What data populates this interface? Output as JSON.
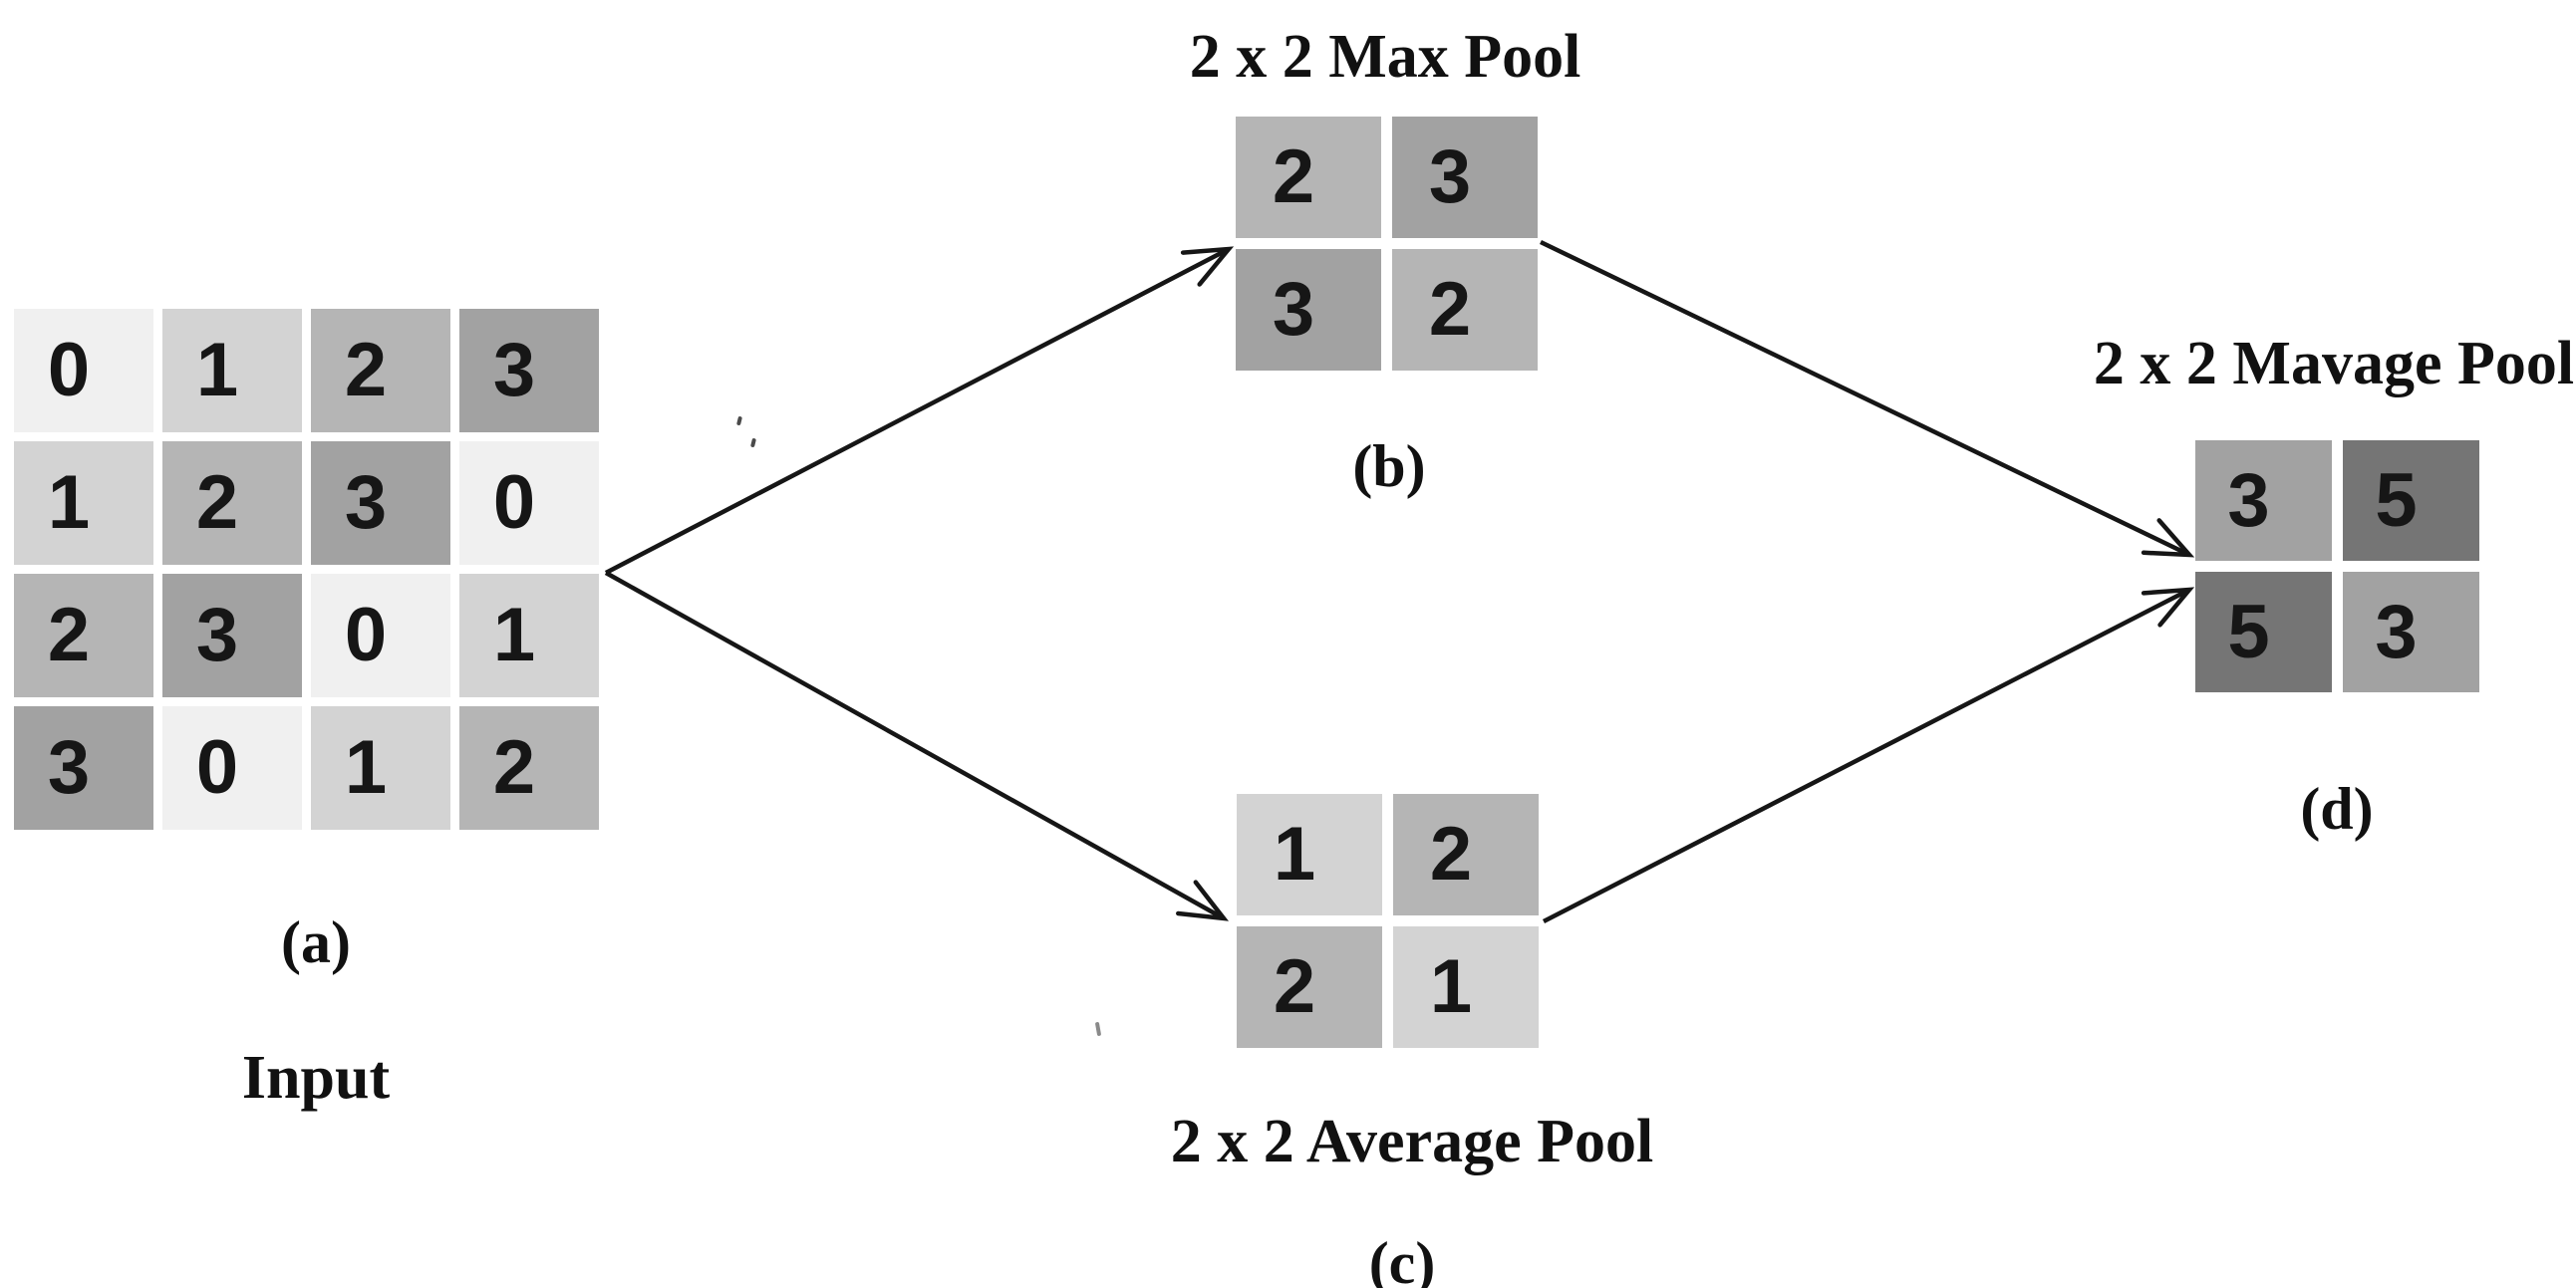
{
  "figure": {
    "background": "#ffffff",
    "ink": "#161616",
    "value_colors": {
      "0": "#f0f0f0",
      "1": "#d3d3d3",
      "2": "#b5b5b5",
      "3": "#a2a2a2",
      "5": "#757575"
    },
    "panels": [
      {
        "id": "input",
        "title": "",
        "label": "(a)",
        "caption": "Input",
        "grid": "4x4",
        "rows": [
          [
            0,
            1,
            2,
            3
          ],
          [
            1,
            2,
            3,
            0
          ],
          [
            2,
            3,
            0,
            1
          ],
          [
            3,
            0,
            1,
            2
          ]
        ]
      },
      {
        "id": "max",
        "title": "2 x 2 Max Pool",
        "label": "(b)",
        "caption": "",
        "grid": "2x2",
        "rows": [
          [
            2,
            3
          ],
          [
            3,
            2
          ]
        ]
      },
      {
        "id": "avg",
        "title": "2 x 2 Average Pool",
        "label": "(c)",
        "caption": "",
        "grid": "2x2",
        "rows": [
          [
            1,
            2
          ],
          [
            2,
            1
          ]
        ]
      },
      {
        "id": "mavage",
        "title": "2 x 2 Mavage Pool",
        "label": "(d)",
        "caption": "",
        "grid": "2x2",
        "rows": [
          [
            3,
            5
          ],
          [
            5,
            3
          ]
        ]
      }
    ]
  }
}
